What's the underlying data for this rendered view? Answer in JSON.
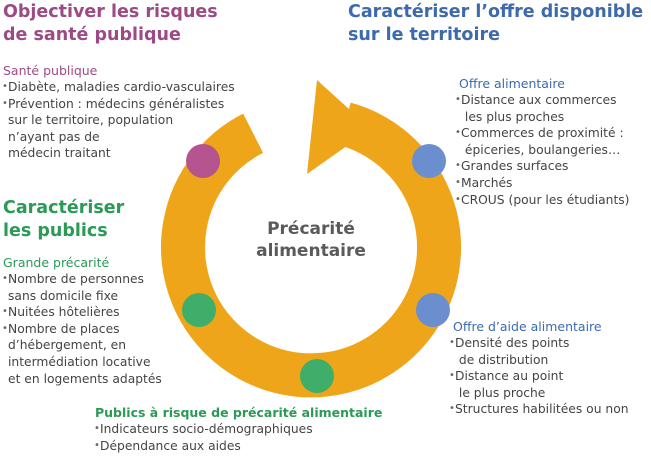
{
  "center": {
    "line1": "Précarité",
    "line2": "alimentaire"
  },
  "colors": {
    "ring": "#eea51a",
    "purple": "#b5548f",
    "blue": "#6b8fce",
    "green": "#3fae6a",
    "heading_purple": "#9c4a86",
    "heading_blue": "#3d6aac",
    "heading_green": "#2a9a56"
  },
  "sante": {
    "heading_line1": "Objectiver les risques",
    "heading_line2": "de santé publique",
    "subtitle": "Santé publique",
    "items": [
      "Diabète, maladies cardio-vasculaires",
      "Prévention : médecins généralistes\nsur le territoire, population\nn’ayant pas de\nmédecin traitant"
    ]
  },
  "offre": {
    "heading_line1": "Caractériser l’offre disponible",
    "heading_line2": "sur le territoire",
    "alimentaire": {
      "subtitle": "Offre alimentaire",
      "items": [
        "Distance aux commerces\n les plus proches",
        "Commerces de proximité :\n épiceries, boulangeries…",
        "Grandes surfaces",
        "Marchés",
        "CROUS (pour les étudiants)"
      ]
    },
    "aide": {
      "subtitle": "Offre d’aide alimentaire",
      "items": [
        "Densité des points\n de distribution",
        "Distance au point\n le plus proche",
        "Structures habilitées ou non"
      ]
    }
  },
  "publics": {
    "heading_line1": "Caractériser",
    "heading_line2": "les publics",
    "grande": {
      "subtitle": "Grande précarité",
      "items": [
        "Nombre de personnes\nsans domicile fixe",
        "Nuitées hôtelières",
        "Nombre de places\nd’hébergement, en\nintermédiation locative\net en logements adaptés"
      ]
    },
    "risque": {
      "subtitle": "Publics à risque de précarité alimentaire",
      "items": [
        "Indicateurs socio-démographiques",
        "Dépendance aux aides"
      ]
    }
  }
}
